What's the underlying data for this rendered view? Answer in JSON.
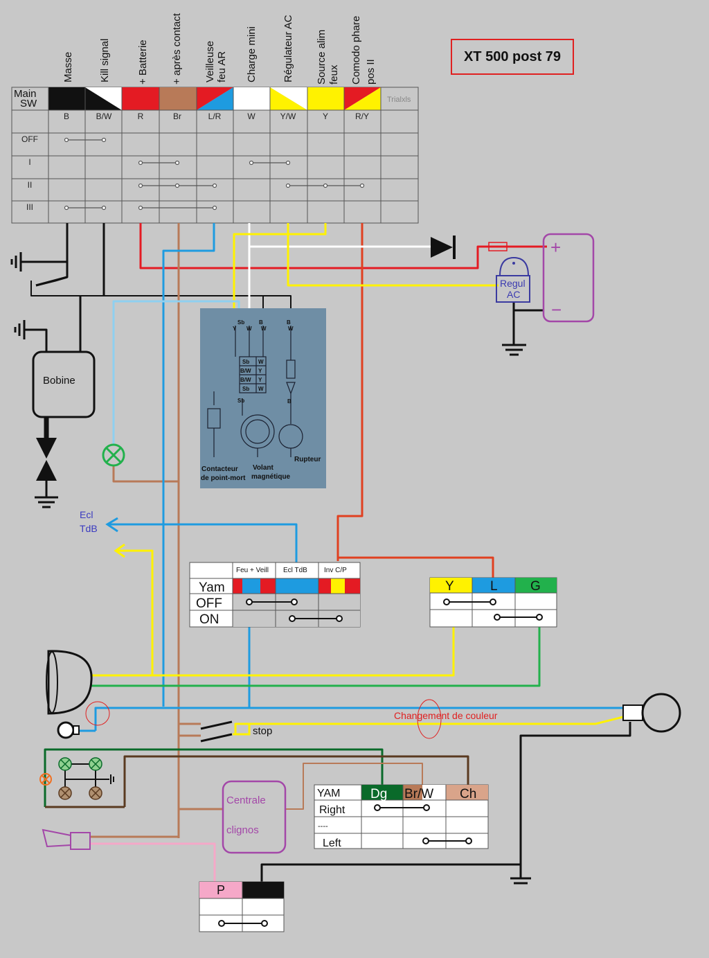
{
  "title": "XT 500 post 79",
  "main_switch": {
    "label_line1": "Main",
    "label_line2": "SW",
    "watermark": "Trialxls",
    "columns": [
      {
        "header": "Masse",
        "code": "B"
      },
      {
        "header": "Kill signal",
        "code": "B/W"
      },
      {
        "header": "+ Batterie",
        "code": "R"
      },
      {
        "header": "+ après contact",
        "code": "Br"
      },
      {
        "header_line1": "Veilleuse",
        "header_line2": "feu AR",
        "code": "L/R"
      },
      {
        "header": "Charge mini",
        "code": "W"
      },
      {
        "header": "Régulateur AC",
        "code": "Y/W"
      },
      {
        "header_line1": "Source alim",
        "header_line2": "feux",
        "code": "Y"
      },
      {
        "header_line1": "Comodo phare",
        "header_line2": "pos II",
        "code": "R/Y"
      }
    ],
    "rows": [
      "OFF",
      "I",
      "II",
      "III"
    ]
  },
  "components": {
    "coil": "Bobine",
    "regulator_line1": "Regul",
    "regulator_line2": "AC",
    "battery_plus": "+",
    "battery_minus": "−",
    "stop": "stop",
    "ecl_line1": "Ecl",
    "ecl_line2": "TdB",
    "centrale_line1": "Centrale",
    "centrale_line2": "clignos",
    "color_change": "Changement de couleur"
  },
  "stator": {
    "top_labels": [
      "Sb",
      "W",
      "B",
      "W",
      "B",
      "W",
      "Y"
    ],
    "block": [
      [
        "Sb",
        "W"
      ],
      [
        "B/W",
        "Y"
      ],
      [
        "B/W",
        "Y"
      ],
      [
        "Sb",
        "W"
      ]
    ],
    "sb": "Sb",
    "b": "B",
    "neutral_line1": "Contacteur",
    "neutral_line2": "de point-mort",
    "flywheel_line1": "Volant",
    "flywheel_line2": "magnétique",
    "breaker": "Rupteur"
  },
  "light_switch": {
    "headers": [
      "Feu + Veill",
      "Ecl  TdB",
      "Inv C/P"
    ],
    "row_label": "Yam",
    "rows": [
      "OFF",
      "ON"
    ]
  },
  "dimmer_switch": {
    "headers": [
      "Y",
      "L",
      "G"
    ]
  },
  "turn_switch": {
    "headers": [
      "YAM",
      "Dg",
      "Br/W",
      "Ch"
    ],
    "rows": [
      "Right",
      "----",
      "Left"
    ]
  },
  "horn_switch": {
    "headers": [
      "P",
      ""
    ]
  },
  "colors": {
    "black": "#111111",
    "red": "#e41b23",
    "brown": "#b87a58",
    "blue": "#1e9be0",
    "light_blue": "#8fd0f0",
    "white": "#ffffff",
    "yellow": "#fff200",
    "green": "#22b14c",
    "dark_green": "#0a6a2a",
    "pink": "#f5a8c8",
    "purple": "#a347a8",
    "title_border": "#e02020"
  }
}
